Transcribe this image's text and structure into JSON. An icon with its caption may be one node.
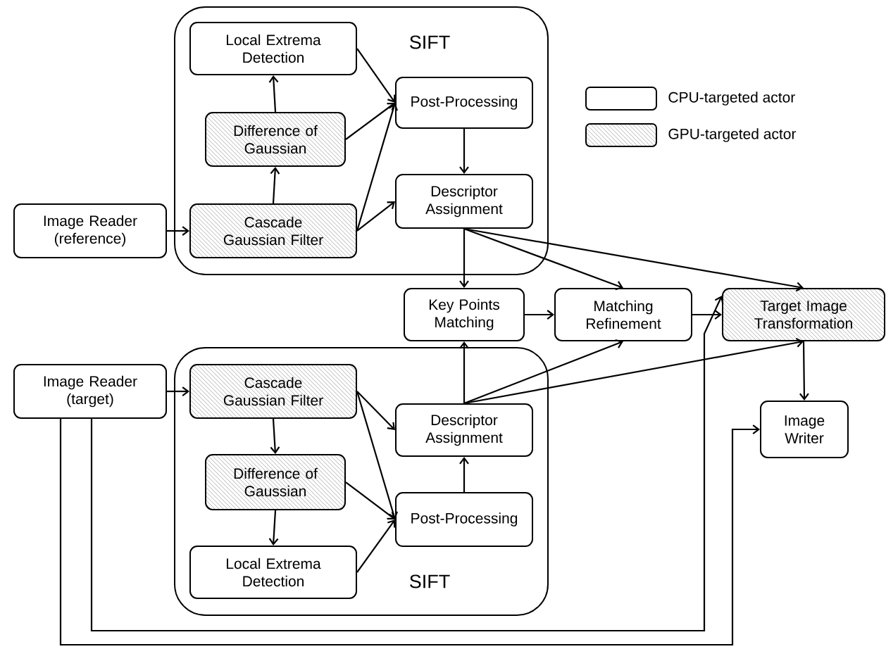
{
  "diagram": {
    "nodes": [
      {
        "text": [
          "SIFT"
        ]
      },
      {
        "text": [
          "Local Extrema Detection"
        ],
        "in": 0
      },
      {
        "text": [
          "Difference of Gaussian"
        ],
        "in": 0
      },
      {
        "text": [
          "Cascade Gaussian Filter"
        ],
        "in": 0
      },
      {
        "text": [
          "Post-Processing"
        ],
        "in": 0
      },
      {
        "text": [
          "Descriptor Assignment"
        ],
        "in": 0
      },
      {
        "text": [
          "Image Reader (reference)"
        ]
      },
      {
        "text": [
          "Key Points Matching"
        ]
      },
      {
        "text": [
          "Matching Refinement"
        ]
      },
      {
        "text": [
          "Target Image Transformation"
        ]
      },
      {
        "text": [
          "Image Reader (target)"
        ]
      },
      {
        "text": [
          "SIFT"
        ]
      },
      {
        "text": [
          "Cascade Gaussian Filter"
        ],
        "in": 11
      },
      {
        "text": [
          "Descriptor Assignment"
        ],
        "in": 11
      },
      {
        "text": [
          "Difference of Gaussian"
        ],
        "in": 11
      },
      {
        "text": [
          "Post-Processing"
        ],
        "in": 11
      },
      {
        "text": [
          "Local Extrema Detection"
        ],
        "in": 11
      },
      {
        "text": [
          "Image Writer"
        ]
      }
    ],
    "edges": [
      {
        "from": 6,
        "to": 3,
        "arrow": "to"
      },
      {
        "from": 3,
        "to": 2,
        "arrow": "to"
      },
      {
        "from": 2,
        "to": 1,
        "arrow": "to"
      },
      {
        "from": 1,
        "to": 4,
        "arrow": "to"
      },
      {
        "from": 2,
        "to": 4,
        "arrow": "to"
      },
      {
        "from": 3,
        "to": 4,
        "arrow": "to"
      },
      {
        "from": 3,
        "to": 5,
        "arrow": "to"
      },
      {
        "from": 4,
        "to": 5,
        "arrow": "to"
      },
      {
        "from": 5,
        "to": 7,
        "arrow": "to"
      },
      {
        "from": 5,
        "to": 8,
        "arrow": "to"
      },
      {
        "from": 5,
        "to": 9,
        "arrow": "to"
      },
      {
        "from": 7,
        "to": 8,
        "arrow": "to"
      },
      {
        "from": 8,
        "to": 9,
        "arrow": "to"
      },
      {
        "from": 9,
        "to": 17,
        "arrow": "to"
      },
      {
        "from": 10,
        "to": 12,
        "arrow": "to"
      },
      {
        "from": 12,
        "to": 14,
        "arrow": "to"
      },
      {
        "from": 14,
        "to": 16,
        "arrow": "to"
      },
      {
        "from": 12,
        "to": 13,
        "arrow": "to"
      },
      {
        "from": 12,
        "to": 15,
        "arrow": "to"
      },
      {
        "from": 14,
        "to": 15,
        "arrow": "to"
      },
      {
        "from": 16,
        "to": 15,
        "arrow": "to"
      },
      {
        "from": 15,
        "to": 13,
        "arrow": "to"
      },
      {
        "from": 13,
        "to": 7,
        "arrow": "to"
      },
      {
        "from": 13,
        "to": 8,
        "arrow": "to"
      },
      {
        "from": 13,
        "to": 9,
        "arrow": "to"
      },
      {
        "from": 10,
        "to": 9,
        "arrow": "to"
      },
      {
        "from": 10,
        "to": 17,
        "arrow": "to"
      }
    ],
    "legend": [
      {
        "text": "CPU-targeted actor"
      },
      {
        "text": "GPU-targeted actor"
      }
    ]
  }
}
